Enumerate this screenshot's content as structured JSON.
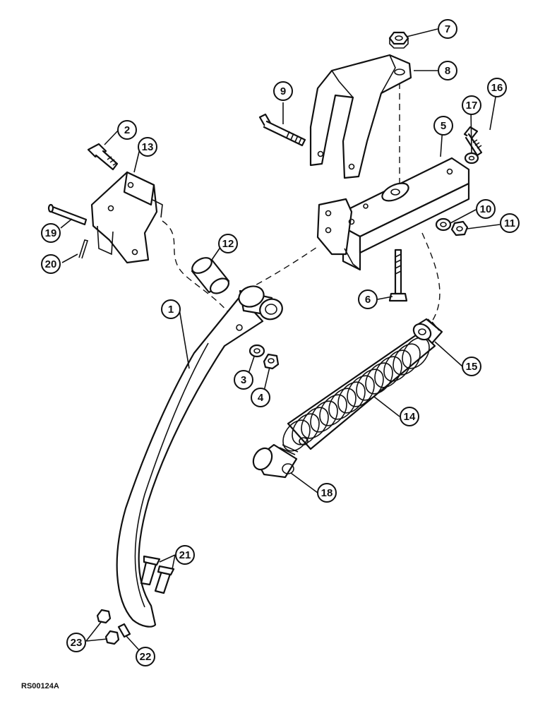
{
  "figure": {
    "drawing_code": "RS00124A",
    "callouts": [
      {
        "id": "c1",
        "label": "1",
        "part": "shank"
      },
      {
        "id": "c2",
        "label": "2",
        "part": "bolt"
      },
      {
        "id": "c3",
        "label": "3",
        "part": "lock-washer"
      },
      {
        "id": "c4",
        "label": "4",
        "part": "nut"
      },
      {
        "id": "c5",
        "label": "5",
        "part": "mounting-bracket"
      },
      {
        "id": "c6",
        "label": "6",
        "part": "bolt"
      },
      {
        "id": "c7",
        "label": "7",
        "part": "lock-nut"
      },
      {
        "id": "c8",
        "label": "8",
        "part": "spring-bracket"
      },
      {
        "id": "c9",
        "label": "9",
        "part": "bolt"
      },
      {
        "id": "c10",
        "label": "10",
        "part": "washer"
      },
      {
        "id": "c11",
        "label": "11",
        "part": "lock-nut"
      },
      {
        "id": "c12",
        "label": "12",
        "part": "pin"
      },
      {
        "id": "c13",
        "label": "13",
        "part": "clamp"
      },
      {
        "id": "c14",
        "label": "14",
        "part": "spring"
      },
      {
        "id": "c15",
        "label": "15",
        "part": "spring-end-plug"
      },
      {
        "id": "c16",
        "label": "16",
        "part": "bolt"
      },
      {
        "id": "c17",
        "label": "17",
        "part": "washer"
      },
      {
        "id": "c18",
        "label": "18",
        "part": "spring-end-plug"
      },
      {
        "id": "c19",
        "label": "19",
        "part": "pin"
      },
      {
        "id": "c20",
        "label": "20",
        "part": "cotter-pin"
      },
      {
        "id": "c21",
        "label": "21",
        "part": "bolt"
      },
      {
        "id": "c22",
        "label": "22",
        "part": "set-screw"
      },
      {
        "id": "c23",
        "label": "23",
        "part": "nut"
      }
    ]
  }
}
